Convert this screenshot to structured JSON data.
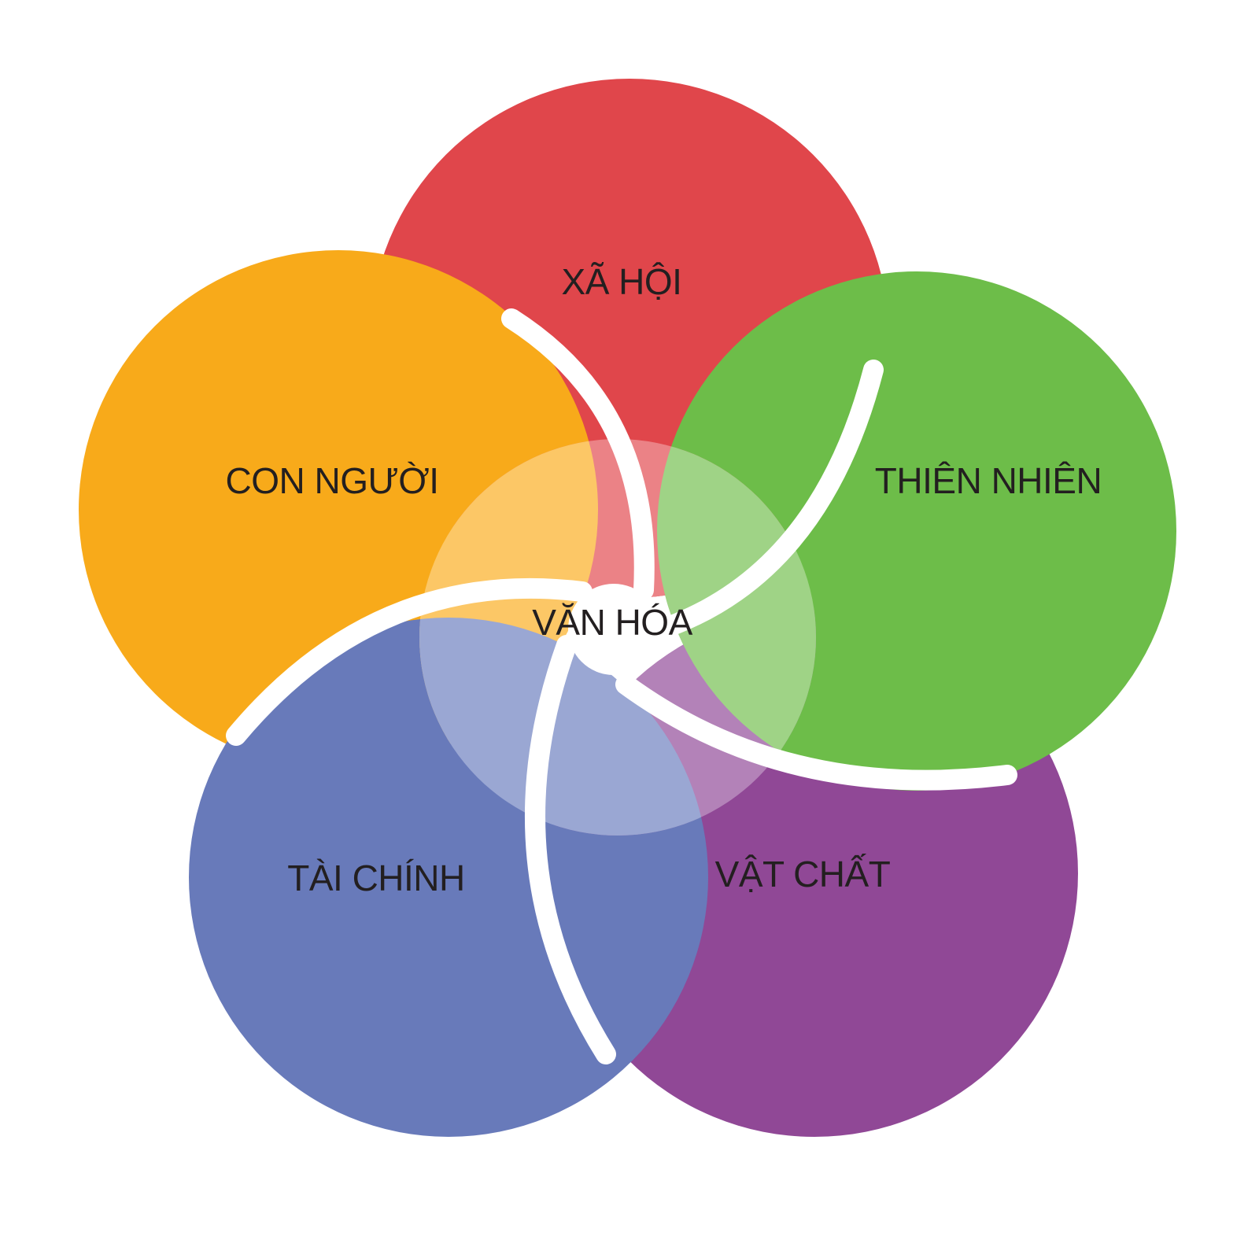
{
  "diagram": {
    "center": {
      "label": "VĂN HÓA",
      "color": "#ffffff"
    },
    "petals": [
      {
        "id": "xa-hoi",
        "label": "XÃ HỘI",
        "color": "#e0464b",
        "tint": "#eb8286"
      },
      {
        "id": "thien-nhien",
        "label": "THIÊN NHIÊN",
        "color": "#6dbd49",
        "tint": "#9fd386"
      },
      {
        "id": "vat-chat",
        "label": "VẬT CHẤT",
        "color": "#904896",
        "tint": "#b382b8"
      },
      {
        "id": "tai-chinh",
        "label": "TÀI CHÍNH",
        "color": "#687aba",
        "tint": "#9aa7d3"
      },
      {
        "id": "con-nguoi",
        "label": "CON NGƯỜI",
        "color": "#f8aa1a",
        "tint": "#fcc766"
      }
    ]
  }
}
